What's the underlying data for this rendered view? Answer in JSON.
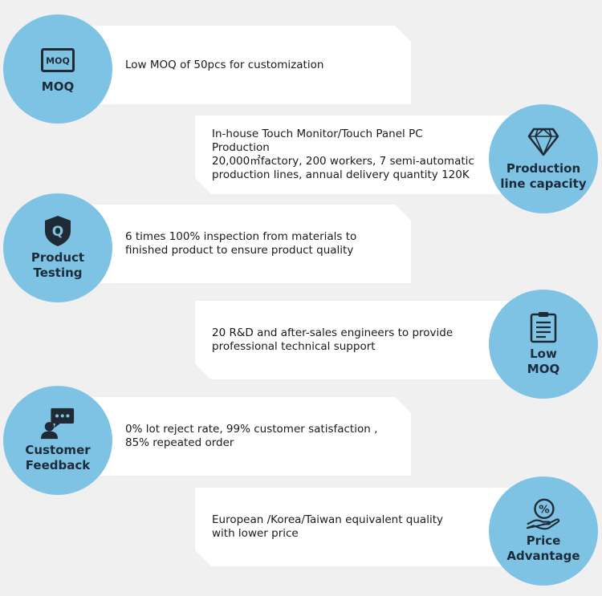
{
  "colors": {
    "circle": "#7ec3e3",
    "card": "#ffffff",
    "background": "#f0f0f0",
    "icon": "#1f2a35"
  },
  "features": [
    {
      "label": "MOQ",
      "icon": "moq-badge-icon",
      "icon_text": "MOQ",
      "text": "Low MOQ of 50pcs for customization"
    },
    {
      "label": "Production\nline capacity",
      "icon": "diamond-icon",
      "text": "In-house Touch Monitor/Touch Panel PC Production\n20,000㎡factory, 200 workers, 7 semi-automatic\nproduction lines, annual delivery quantity 120K"
    },
    {
      "label": "Product\nTesting",
      "icon": "shield-q-icon",
      "icon_text": "Q",
      "text": "6 times 100% inspection from materials to\nfinished product to ensure product quality"
    },
    {
      "label": "Low\nMOQ",
      "icon": "clipboard-icon",
      "text": "20 R&D and after-sales engineers to provide\nprofessional technical support"
    },
    {
      "label": "Customer\nFeedback",
      "icon": "user-chat-icon",
      "text": "0% lot reject rate, 99% customer satisfaction ,\n85% repeated order"
    },
    {
      "label": "Price\nAdvantage",
      "icon": "percent-hand-icon",
      "icon_text": "%",
      "text": "European /Korea/Taiwan equivalent quality\nwith lower price"
    }
  ]
}
